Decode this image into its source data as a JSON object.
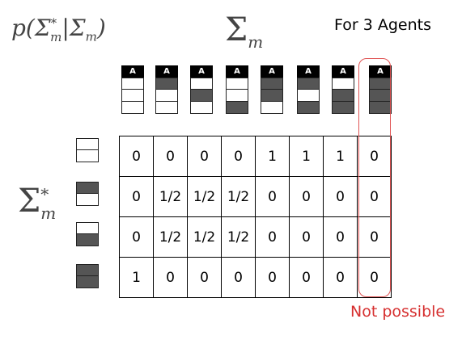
{
  "header": {
    "prob_p": "p(Σ",
    "prob_sub1": "m",
    "prob_sup1": "*",
    "prob_bar": "|Σ",
    "prob_sub2": "m",
    "prob_close": ")",
    "col_symbol": "Σ",
    "col_sub": "m",
    "agents_label": "For 3 Agents"
  },
  "row_axis": {
    "symbol": "Σ",
    "sub": "m",
    "sup": "*"
  },
  "agent_tag": "A",
  "columns": [
    {
      "cells": [
        false,
        false,
        false
      ]
    },
    {
      "cells": [
        true,
        false,
        false
      ]
    },
    {
      "cells": [
        false,
        true,
        false
      ]
    },
    {
      "cells": [
        false,
        false,
        true
      ]
    },
    {
      "cells": [
        true,
        true,
        false
      ]
    },
    {
      "cells": [
        true,
        false,
        true
      ]
    },
    {
      "cells": [
        false,
        true,
        true
      ]
    },
    {
      "cells": [
        true,
        true,
        true
      ]
    }
  ],
  "rows": [
    {
      "cells": [
        false,
        false
      ],
      "values": [
        "0",
        "0",
        "0",
        "0",
        "1",
        "1",
        "1",
        "0"
      ]
    },
    {
      "cells": [
        true,
        false
      ],
      "values": [
        "0",
        "1/2",
        "1/2",
        "1/2",
        "0",
        "0",
        "0",
        "0"
      ]
    },
    {
      "cells": [
        false,
        true
      ],
      "values": [
        "0",
        "1/2",
        "1/2",
        "1/2",
        "0",
        "0",
        "0",
        "0"
      ]
    },
    {
      "cells": [
        true,
        true
      ],
      "values": [
        "1",
        "0",
        "0",
        "0",
        "0",
        "0",
        "0",
        "0"
      ]
    }
  ],
  "annotation": {
    "text": "Not possible",
    "color": "#d62f2f"
  }
}
